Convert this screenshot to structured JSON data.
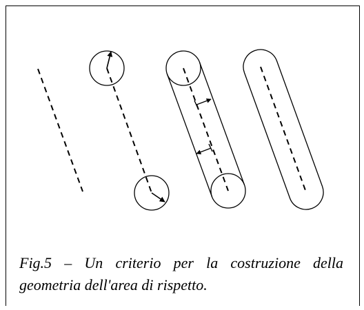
{
  "figure": {
    "caption": "Fig.5 – Un criterio per la costruzione della geometria dell'area di rispetto.",
    "stages": [
      "dashed-axis",
      "endpoint-circles",
      "offset-lines",
      "buffer-outline"
    ],
    "colors": {
      "stroke": "#000000",
      "background": "#ffffff"
    }
  }
}
